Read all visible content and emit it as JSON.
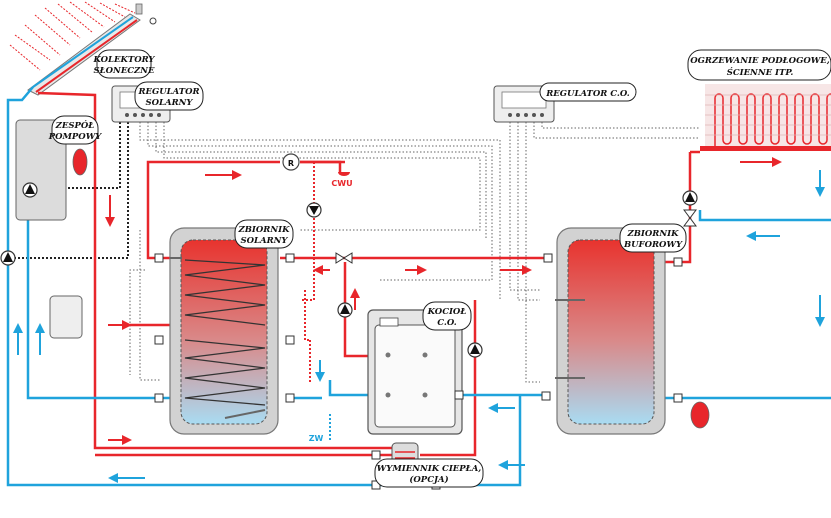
{
  "labels": {
    "collectors_1": "KOLEKTORY",
    "collectors_2": "SŁONECZNE",
    "solar_regulator_1": "REGULATOR",
    "solar_regulator_2": "SOLARNY",
    "pump_group_1": "ZESPÓŁ",
    "pump_group_2": "POMPOWY",
    "co_regulator": "REGULATOR C.O.",
    "heating_1": "OGRZEWANIE PODŁOGOWE,",
    "heating_2": "ŚCIENNE ITP.",
    "solar_tank_1": "ZBIORNIK",
    "solar_tank_2": "SOLARNY",
    "buffer_tank_1": "ZBIORNIK",
    "buffer_tank_2": "BUFOROWY",
    "boiler_1": "KOCIOŁ",
    "boiler_2": "C.O.",
    "exchanger_1": "WYMIENNIK CIEPŁA,",
    "exchanger_2": "(OPCJA)",
    "cwu": "CWU",
    "zw": "ZW",
    "regulator_symbol": "R"
  },
  "colors": {
    "hot": "#e8262b",
    "cold": "#1fa3dc",
    "control": "#555555",
    "tank_shell": "#d2d2d2"
  }
}
